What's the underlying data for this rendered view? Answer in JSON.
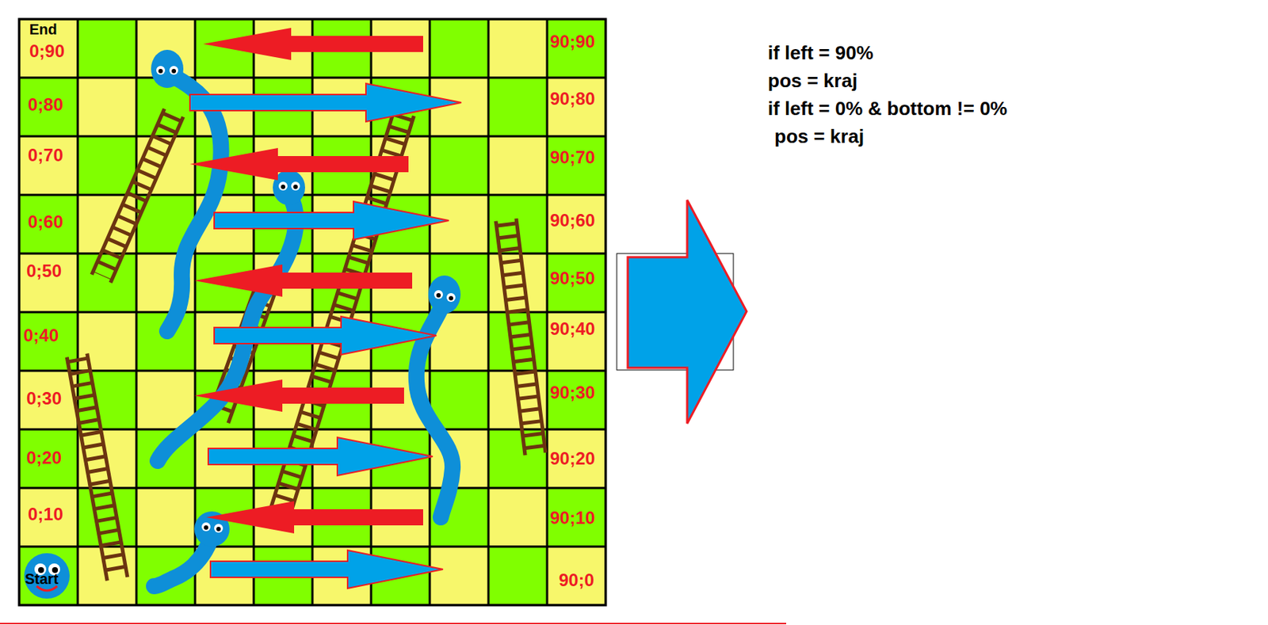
{
  "diagram": {
    "labels": [
      "End",
      "0;90",
      "0;80",
      "0;70",
      "0;60",
      "0;50",
      "0;40",
      "0;30",
      "0;20",
      "0;10",
      "Start",
      "90;90",
      "90;80",
      "90;70",
      "90;60",
      "90;50",
      "90;40",
      "90;30",
      "90;20",
      "90;10",
      "90;0",
      "if left = 90%",
      "pos = kraj",
      "if left = 0% & bottom != 0%",
      "pos = kraj"
    ]
  }
}
